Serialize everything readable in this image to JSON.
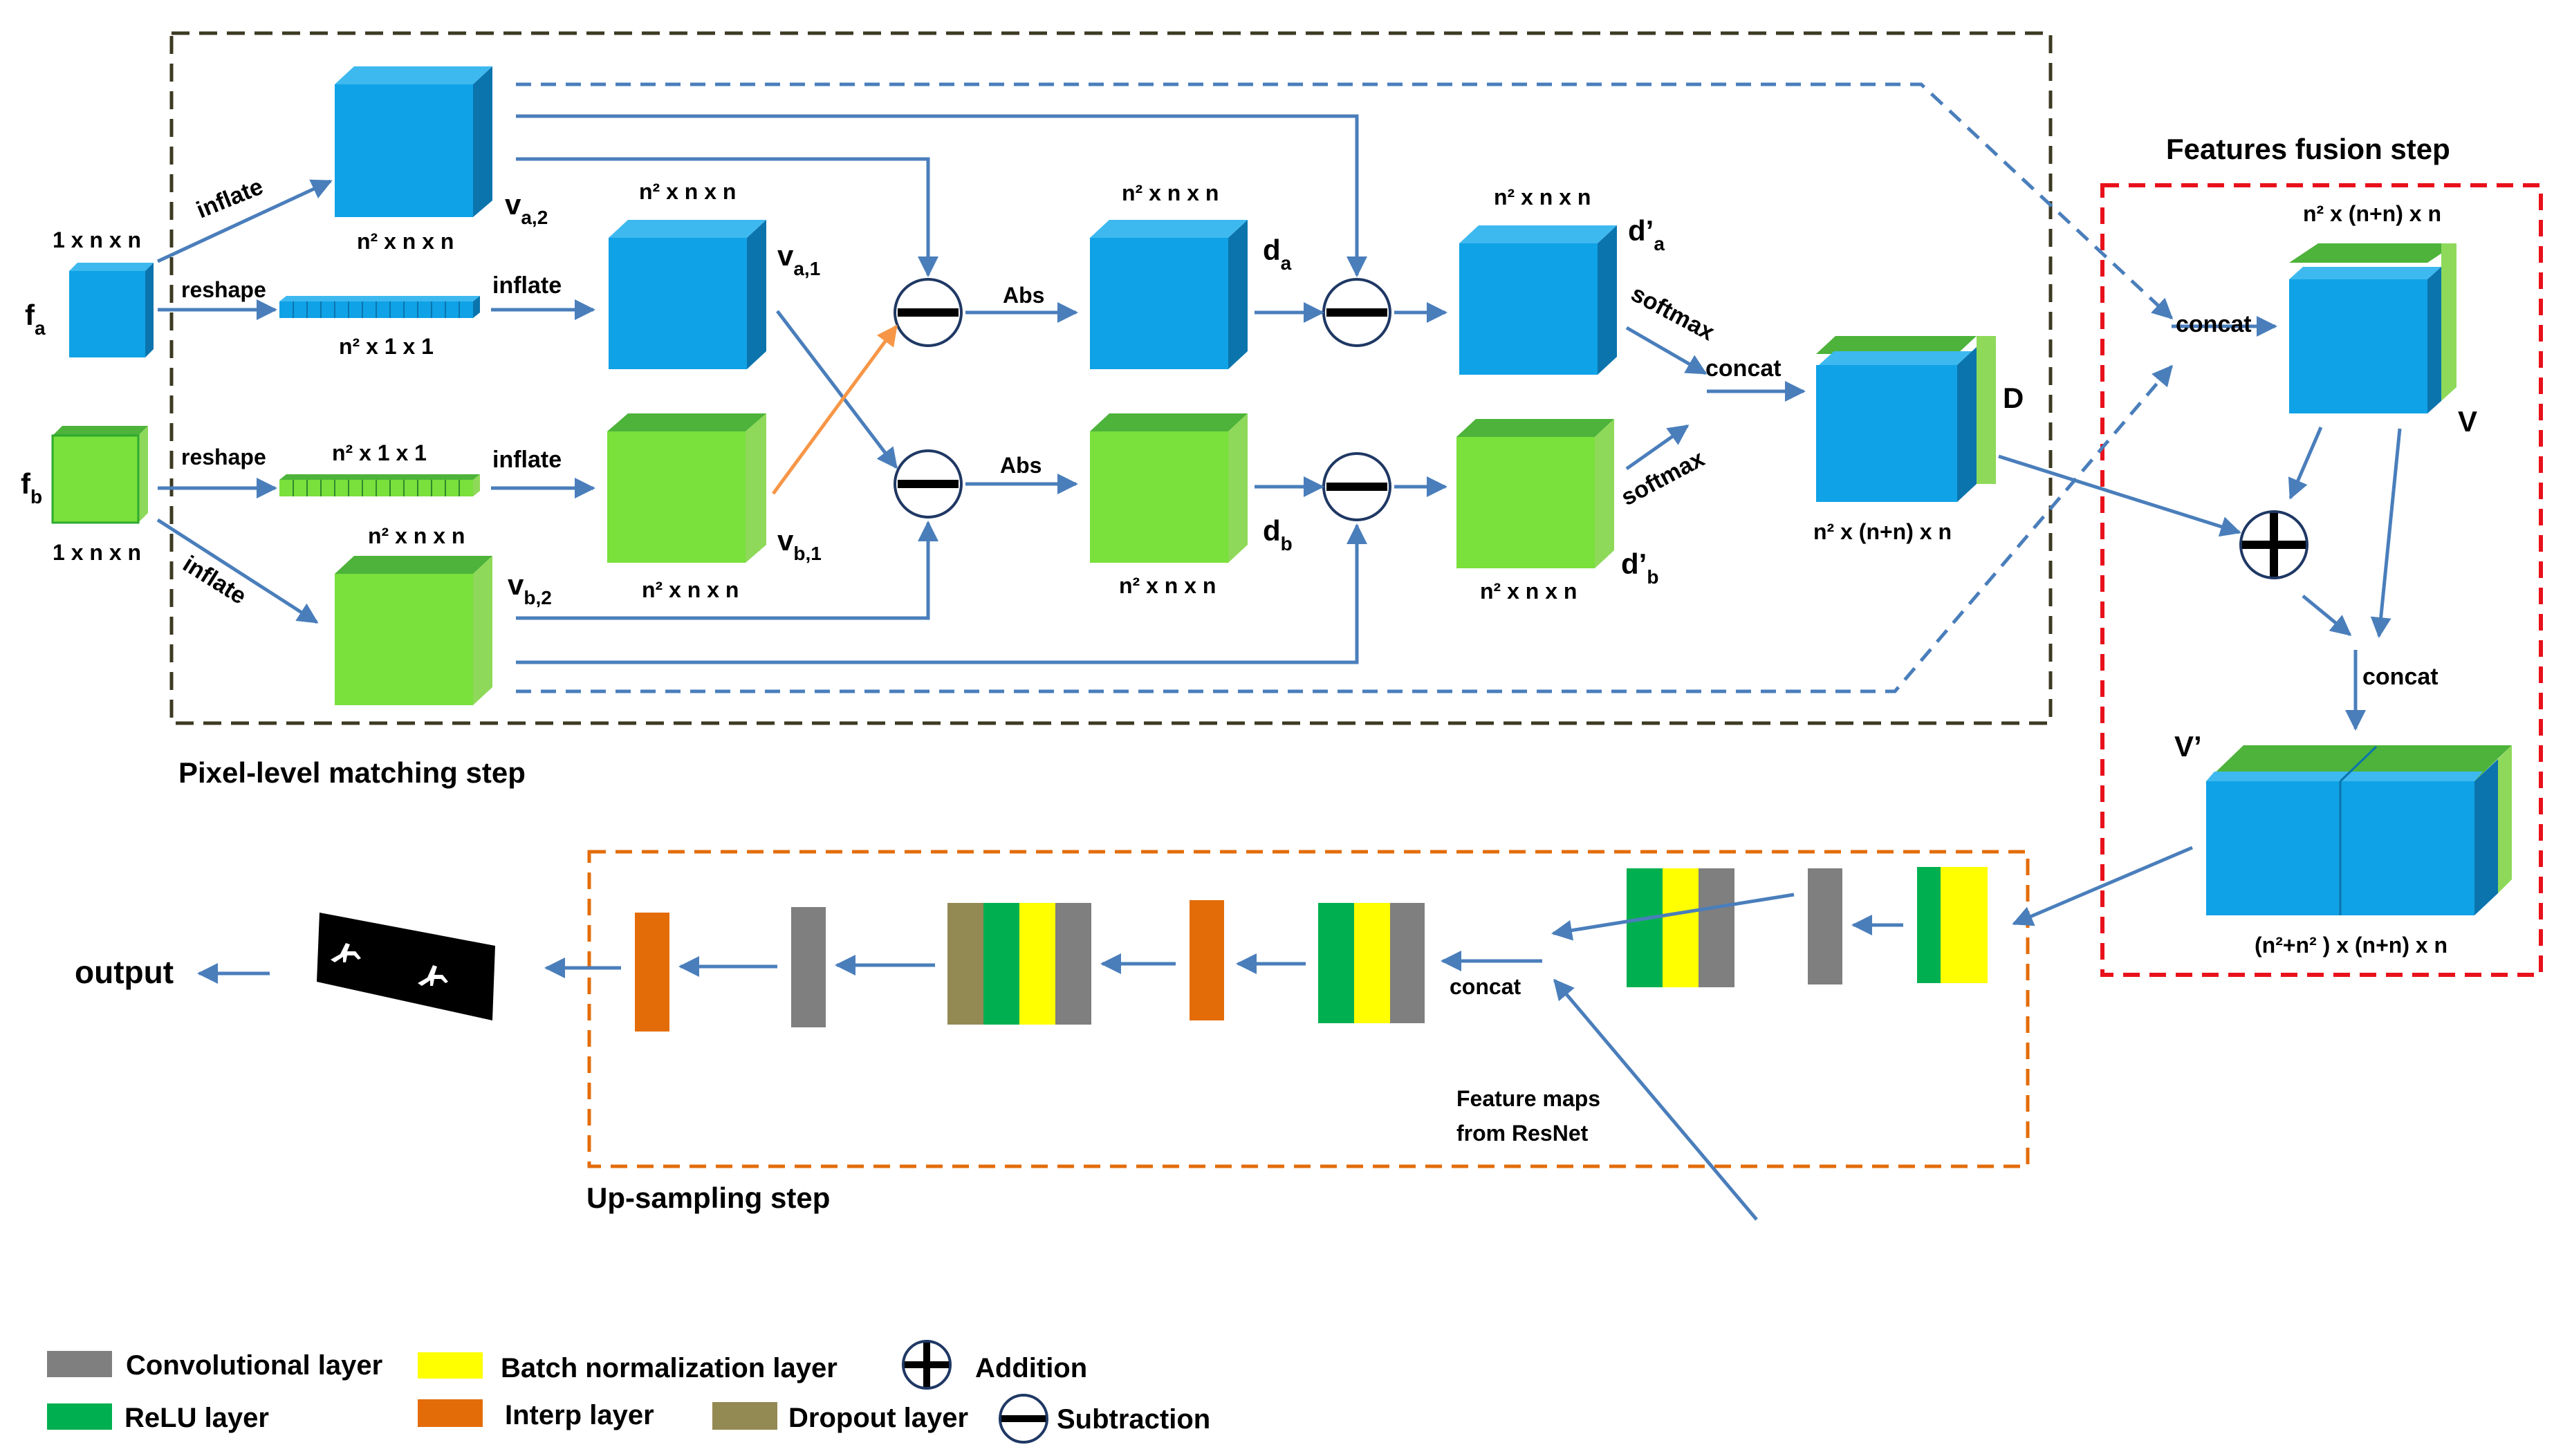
{
  "colors": {
    "blue_front": "#10A2E6",
    "blue_top": "#3EB9F0",
    "blue_side": "#0B74AD",
    "green_front": "#79E03C",
    "green_top": "#4DB33A",
    "green_side": "#8ED959",
    "grey": "#7F7F7F",
    "relu": "#00B050",
    "bn": "#FFFF00",
    "interp": "#E36C09",
    "dropout": "#938953",
    "arrow": "#4A7EBB",
    "orange_arrow": "#F79646",
    "frame_pixel": "#3D3A23",
    "frame_fusion": "#E8111B",
    "frame_up": "#E36C09"
  },
  "steps": {
    "pixel": "Pixel-level matching step",
    "fusion": "Features fusion step",
    "upsampling": "Up-sampling step"
  },
  "labels": {
    "fa_main": "f",
    "fa_sub": "a",
    "fb_main": "f",
    "fb_sub": "b",
    "dim_1nn": "1 x n x n",
    "dim_n2nn": "n² x n x n",
    "dim_n211": "n² x 1 x 1",
    "dim_D": "n² x (n+n) x n",
    "dim_V": "n² x (n+n) x n",
    "dim_Vp": "(n²+n² ) x (n+n) x n",
    "reshape": "reshape",
    "inflate": "inflate",
    "abs": "Abs",
    "softmax": "softmax",
    "concat": "concat",
    "va2_main": "v",
    "va2_sub": "a,2",
    "va1_main": "v",
    "va1_sub": "a,1",
    "vb1_main": "v",
    "vb1_sub": "b,1",
    "vb2_main": "v",
    "vb2_sub": "b,2",
    "da_main": "d",
    "da_sub": "a",
    "db_main": "d",
    "db_sub": "b",
    "dpa_main": "d’",
    "dpa_sub": "a",
    "dpb_main": "d’",
    "dpb_sub": "b",
    "D": "D",
    "V": "V",
    "Vp": "V’",
    "output": "output",
    "feature_maps_1": "Feature maps",
    "feature_maps_2": "from ResNet"
  },
  "legend": {
    "conv": "Convolutional layer",
    "relu": "ReLU layer",
    "bn": "Batch normalization layer",
    "interp": "Interp layer",
    "dropout": "Dropout layer",
    "addition": "Addition",
    "subtraction": "Subtraction"
  }
}
